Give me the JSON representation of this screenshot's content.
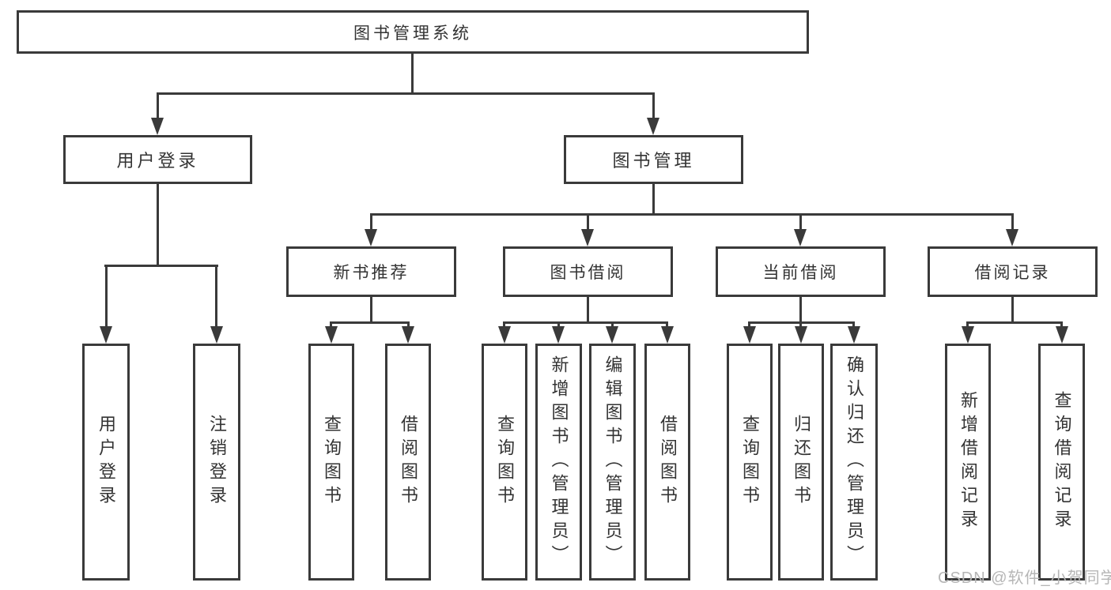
{
  "diagram_title": "图书管理系统",
  "watermark": "CSDN @软件_小贺同学",
  "colors": {
    "line": "#3a3a3a",
    "text": "#333333",
    "watermark": "#b6b6b6",
    "background": "#ffffff"
  },
  "nodes": {
    "root": "图书管理系统",
    "user_login": "用户登录",
    "book_mgmt": "图书管理",
    "new_book_rec": "新书推荐",
    "book_borrow": "图书借阅",
    "current_borrow": "当前借阅",
    "borrow_records": "借阅记录",
    "leaf_user_login": "用户登录",
    "leaf_logout": "注销登录",
    "leaf_query_book_1": "查询图书",
    "leaf_borrow_book_1": "借阅图书",
    "leaf_query_book_2": "查询图书",
    "leaf_add_book": "新增图书（管理员）",
    "leaf_edit_book": "编辑图书（管理员）",
    "leaf_borrow_book_2": "借阅图书",
    "leaf_query_book_3": "查询图书",
    "leaf_return_book": "归还图书",
    "leaf_confirm_return": "确认归还（管理员）",
    "leaf_add_record": "新增借阅记录",
    "leaf_query_record": "查询借阅记录"
  },
  "hierarchy": {
    "图书管理系统": {
      "用户登录": [
        "用户登录",
        "注销登录"
      ],
      "图书管理": {
        "新书推荐": [
          "查询图书",
          "借阅图书"
        ],
        "图书借阅": [
          "查询图书",
          "新增图书（管理员）",
          "编辑图书（管理员）",
          "借阅图书"
        ],
        "当前借阅": [
          "查询图书",
          "归还图书",
          "确认归还（管理员）"
        ],
        "借阅记录": [
          "新增借阅记录",
          "查询借阅记录"
        ]
      }
    }
  }
}
